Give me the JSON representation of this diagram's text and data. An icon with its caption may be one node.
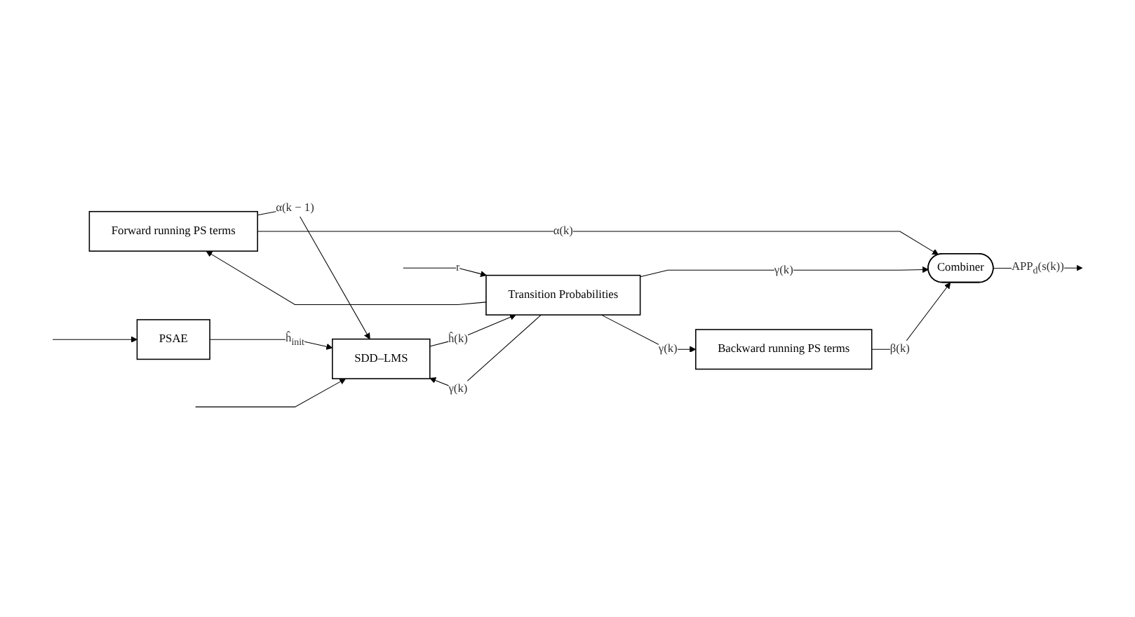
{
  "diagram": {
    "nodes": [
      {
        "text": [
          "Forward running PS terms"
        ]
      },
      {
        "text": [
          "PSAE"
        ]
      },
      {
        "text": [
          "SDD–LMS"
        ]
      },
      {
        "text": [
          "Transition Probabilities"
        ]
      },
      {
        "text": [
          "Combiner"
        ]
      },
      {
        "text": [
          "Backward running PS terms"
        ]
      }
    ],
    "edges": [
      {
        "from": null,
        "to": 3,
        "arrow": "to",
        "label": "r"
      },
      {
        "from": null,
        "to": 1,
        "arrow": "to"
      },
      {
        "from": null,
        "to": 2,
        "arrow": "to"
      },
      {
        "from": 1,
        "to": 2,
        "arrow": "to",
        "label": "ĥ$_{init}$"
      },
      {
        "from": 0,
        "to": 2,
        "arrow": "to",
        "label": "α(k − 1)"
      },
      {
        "from": 2,
        "to": 3,
        "arrow": "to",
        "label": "ĥ(k)"
      },
      {
        "from": 3,
        "to": 0,
        "arrow": "to"
      },
      {
        "from": 3,
        "to": 2,
        "arrow": "to",
        "label": "γ(k)"
      },
      {
        "from": 0,
        "to": 4,
        "arrow": "to",
        "label": "α(k)"
      },
      {
        "from": 3,
        "to": 4,
        "arrow": "to",
        "label": "γ(k)"
      },
      {
        "from": 3,
        "to": 5,
        "arrow": "to",
        "label": "γ(k)"
      },
      {
        "from": 5,
        "to": 4,
        "arrow": "to",
        "label": "β(k)"
      },
      {
        "from": 4,
        "to": null,
        "arrow": "to",
        "label": "APP$_{d}$(s(k))"
      }
    ]
  }
}
